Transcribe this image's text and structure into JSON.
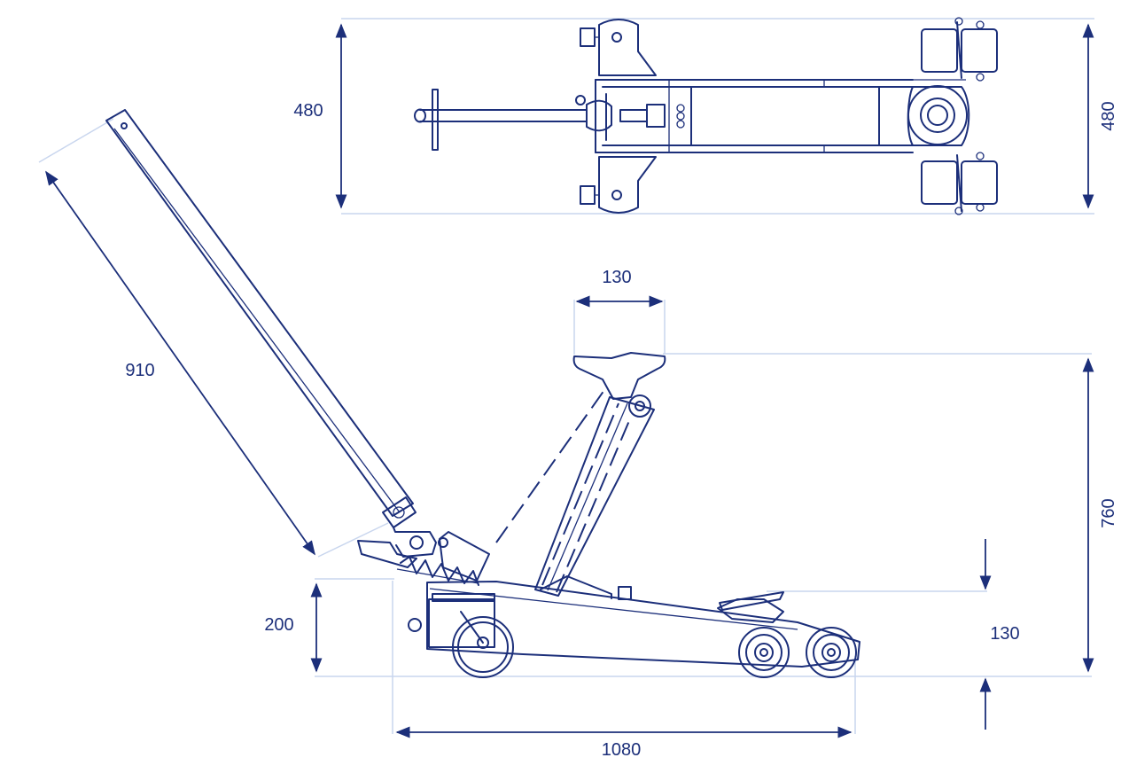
{
  "colors": {
    "ink": "#1c2f7a",
    "dimension_line": "#c9d6ee",
    "background": "#ffffff"
  },
  "top_view": {
    "width_left_label": "480",
    "width_right_label": "480"
  },
  "side_view": {
    "handle_length_label": "910",
    "saddle_width_label": "130",
    "max_height_label": "760",
    "min_height_label": "130",
    "handle_pivot_height_label": "200",
    "overall_length_label": "1080"
  }
}
